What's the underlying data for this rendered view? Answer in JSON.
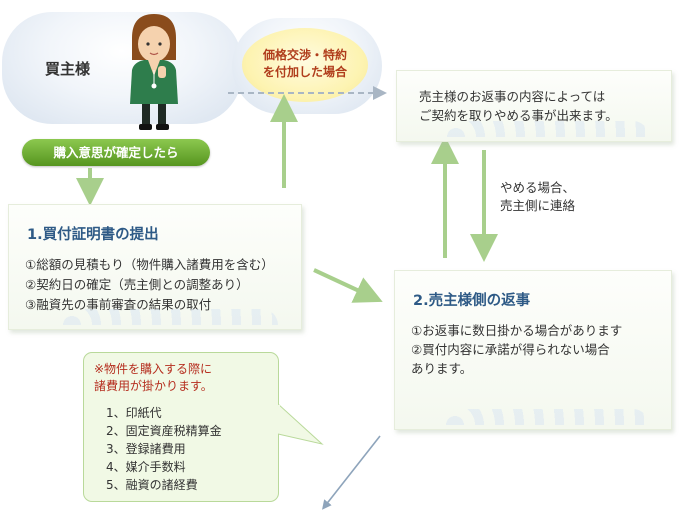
{
  "buyer": {
    "label": "買主様"
  },
  "decision_pill": {
    "label": "購入意思が確定したら"
  },
  "price_note": {
    "line1": "価格交渉・特約",
    "line2": "を付加した場合"
  },
  "cancel_note": {
    "line1": "売主様のお返事の内容によっては",
    "line2": "ご契約を取りやめる事が出来ます。"
  },
  "stop_note": {
    "line1": "やめる場合、",
    "line2": "売主側に連絡"
  },
  "step1": {
    "title": "1.買付証明書の提出",
    "items": [
      "①総額の見積もり（物件購入諸費用を含む）",
      "②契約日の確定（売主側との調整あり）",
      "③融資先の事前審査の結果の取付"
    ]
  },
  "step2": {
    "title": "2.売主様側の返事",
    "lines": [
      "①お返事に数日掛かる場合があります",
      "②買付内容に承諾が得られない場合",
      "あります。"
    ]
  },
  "cost_note": {
    "heading1": "※物件を購入する際に",
    "heading2": "諸費用が掛かります。",
    "items": [
      "1、印紙代",
      "2、固定資産税精算金",
      "3、登録諸費用",
      "4、媒介手数料",
      "5、融資の諸経費"
    ]
  },
  "colors": {
    "title_blue": "#2e5a86",
    "accent_green": "#6aaa2c",
    "note_red": "#b52d1e",
    "arrow_green": "#a8cf8c"
  }
}
